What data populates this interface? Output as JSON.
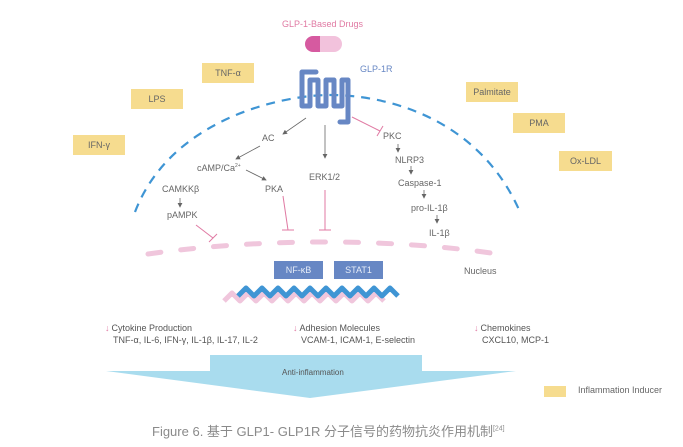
{
  "drug": {
    "label": "GLP-1-Based Drugs"
  },
  "receptor": {
    "label": "GLP-1R"
  },
  "inducers": [
    {
      "label": "TNF-α"
    },
    {
      "label": "LPS"
    },
    {
      "label": "IFN-γ"
    },
    {
      "label": "Palmitate"
    },
    {
      "label": "PMA"
    },
    {
      "label": "Ox-LDL"
    }
  ],
  "pathway": {
    "ac": "AC",
    "camp": "cAMP/Ca",
    "camp_sup": "2+",
    "camkkb": "CAMKKβ",
    "pampk": "pAMPK",
    "pka": "PKA",
    "erk": "ERK1/2",
    "pkc": "PKC",
    "nlrp3": "NLRP3",
    "caspase": "Caspase-1",
    "proil": "pro-IL-1β",
    "il": "IL-1β"
  },
  "nucleus": {
    "label": "Nucleus"
  },
  "transcription_factors": [
    {
      "label": "NF-κB"
    },
    {
      "label": "STAT1"
    }
  ],
  "effects": [
    {
      "title": "Cytokine Production",
      "items": "TNF-α, IL-6, IFN-γ, IL-1β, IL-17, IL-2"
    },
    {
      "title": "Adhesion Molecules",
      "items": "VCAM-1, ICAM-1, E-selectin"
    },
    {
      "title": "Chemokines",
      "items": "CXCL10, MCP-1"
    }
  ],
  "down_arrow_glyph": "↓",
  "outcome": {
    "label": "Anti-inflammation"
  },
  "legend": {
    "label": "Inflammation Inducer"
  },
  "caption": {
    "text": "Figure 6. 基于 GLP1- GLP1R 分子信号的药物抗炎作用机制",
    "ref": "[24]"
  },
  "colors": {
    "inducer": "#f6dc8f",
    "membrane": "#3f95d4",
    "nuclear_membrane": "#f0c6dc",
    "receptor": "#6787c4",
    "inhibit": "#e07aa3",
    "arrow": "#666666",
    "outcome_arrow": "#a9dcee",
    "drug_dark": "#d65aa0",
    "drug_light": "#f2c2dc"
  }
}
